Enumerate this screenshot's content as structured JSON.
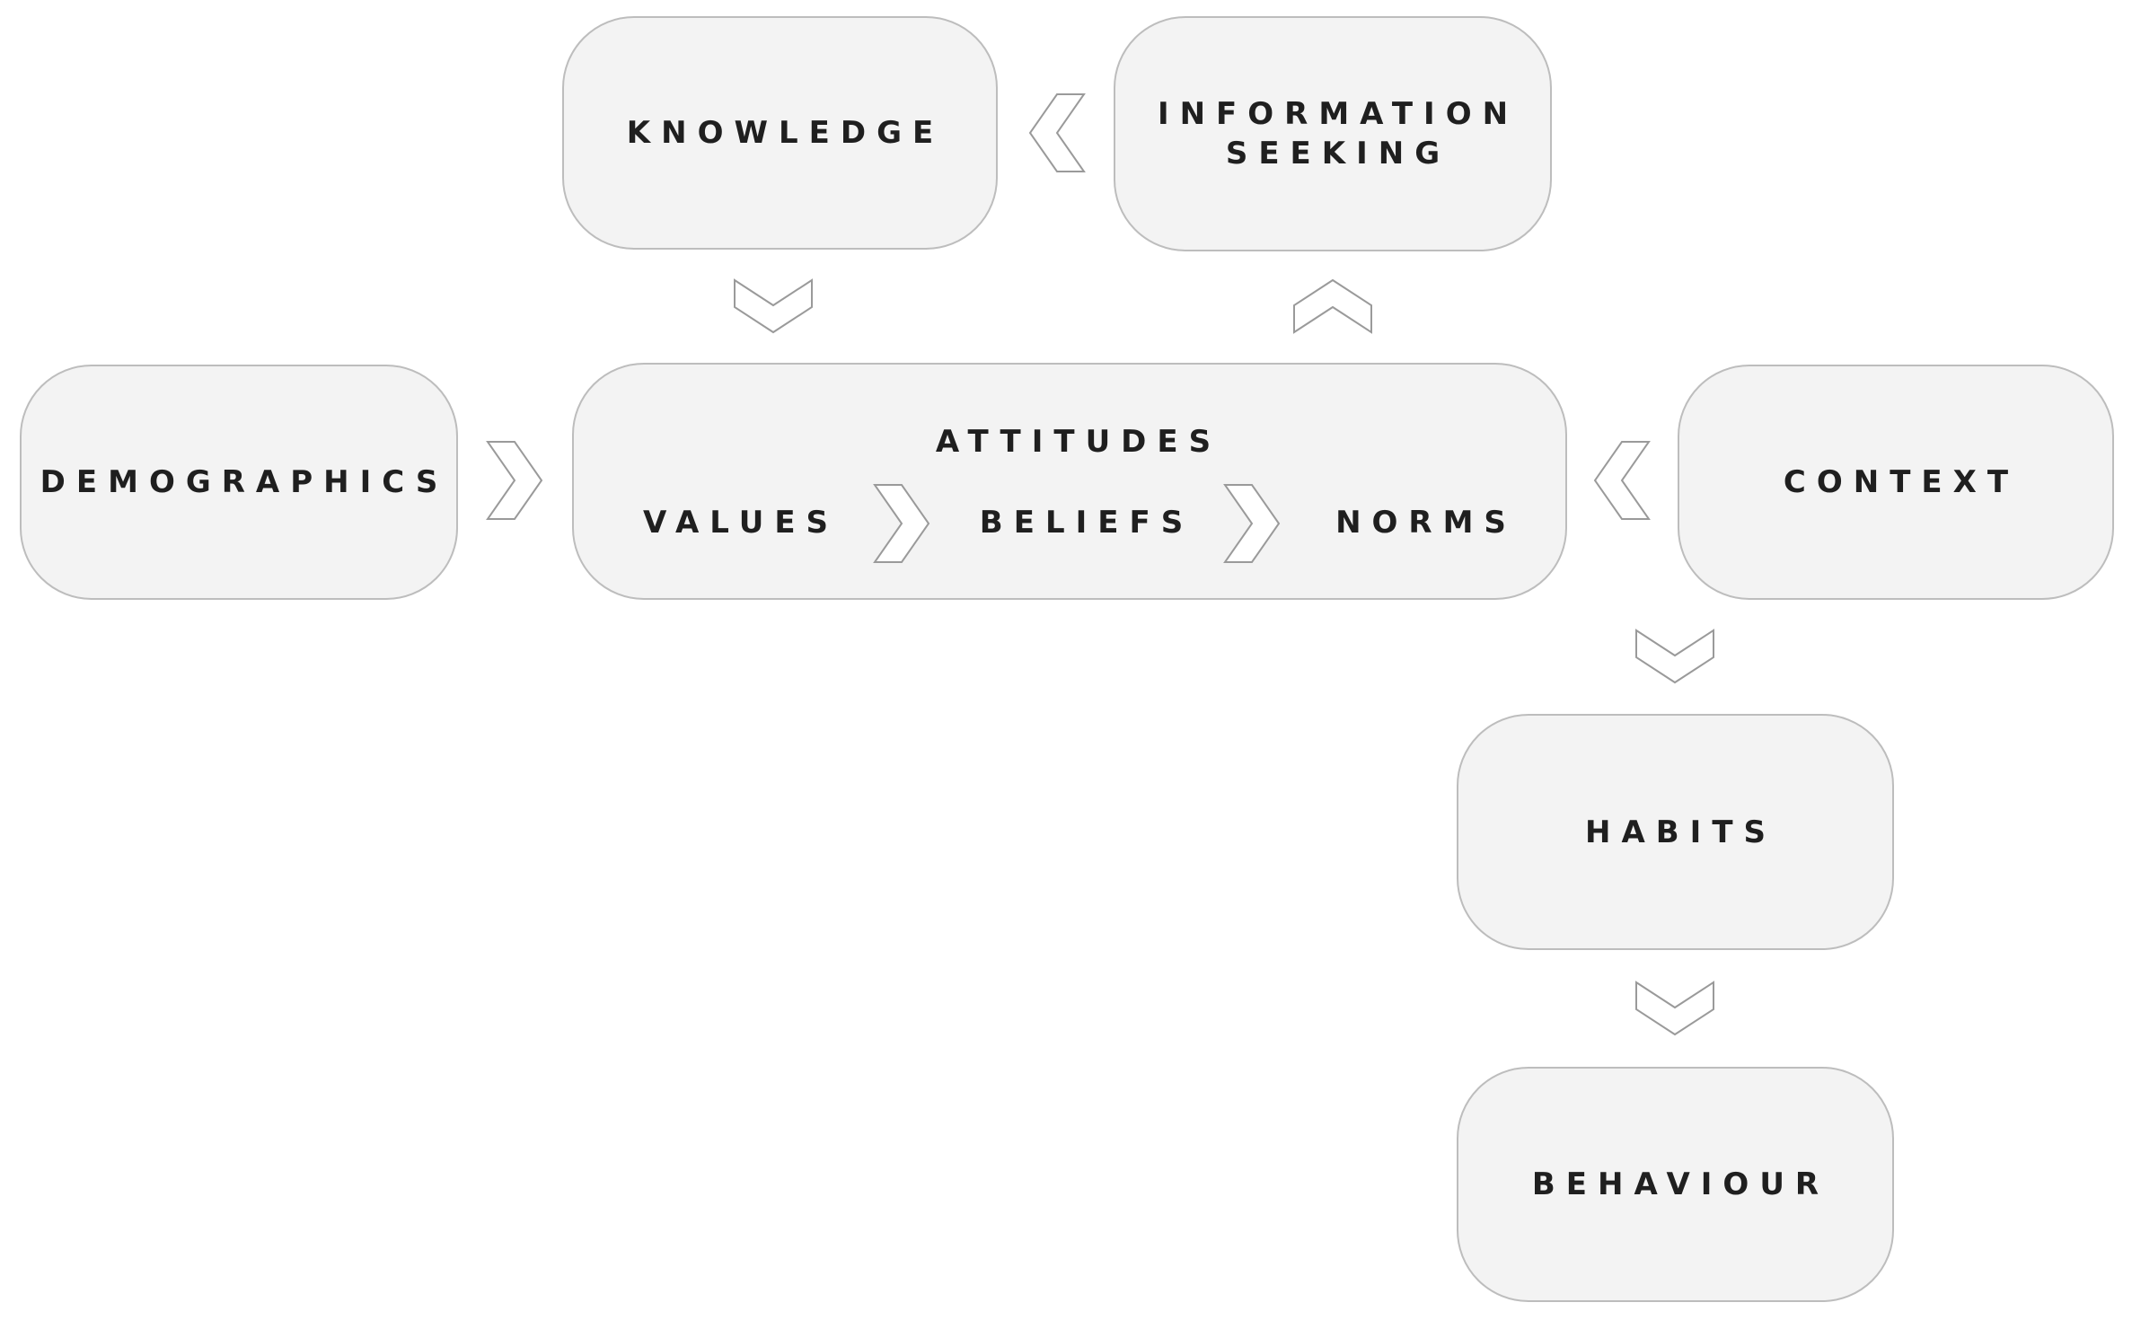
{
  "nodes": {
    "knowledge": "KNOWLEDGE",
    "information_seeking": "INFORMATION\nSEEKING",
    "demographics": "DEMOGRAPHICS",
    "attitudes": {
      "title": "ATTITUDES",
      "values": "VALUES",
      "beliefs": "BELIEFS",
      "norms": "NORMS"
    },
    "context": "CONTEXT",
    "habits": "HABITS",
    "behaviour": "BEHAVIOUR"
  },
  "colors": {
    "box_fill": "#f3f3f3",
    "box_border": "#bdbdbd",
    "text": "#1f1f1f",
    "arrow_stroke": "#9a9a9a"
  }
}
